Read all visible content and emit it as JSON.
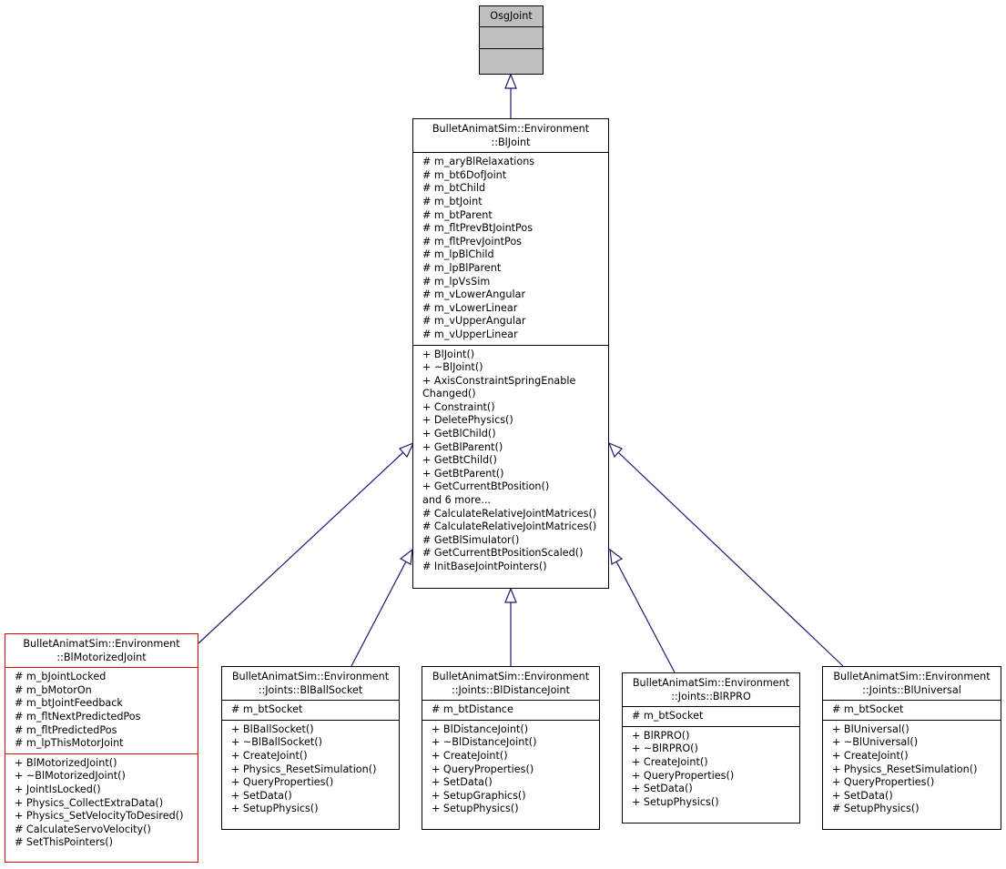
{
  "colors": {
    "edge": "#191970",
    "border": "#000000",
    "highlight_border": "#e00000",
    "base_fill": "#bfbfbf"
  },
  "classes": {
    "osgjoint": {
      "title": [
        "OsgJoint"
      ],
      "attributes": [],
      "operations": []
    },
    "bljoint": {
      "title": [
        "BulletAnimatSim::Environment",
        "::BlJoint"
      ],
      "attributes": [
        "# m_aryBlRelaxations",
        "# m_bt6DofJoint",
        "# m_btChild",
        "# m_btJoint",
        "# m_btParent",
        "# m_fltPrevBtJointPos",
        "# m_fltPrevJointPos",
        "# m_lpBlChild",
        "# m_lpBlParent",
        "# m_lpVsSim",
        "# m_vLowerAngular",
        "# m_vLowerLinear",
        "# m_vUpperAngular",
        "# m_vUpperLinear"
      ],
      "operations": [
        "+ BlJoint()",
        "+ ~BlJoint()",
        "+ AxisConstraintSpringEnable",
        "Changed()",
        "+ Constraint()",
        "+ DeletePhysics()",
        "+ GetBlChild()",
        "+ GetBlParent()",
        "+ GetBtChild()",
        "+ GetBtParent()",
        "+ GetCurrentBtPosition()",
        "and 6 more...",
        "# CalculateRelativeJointMatrices()",
        "# CalculateRelativeJointMatrices()",
        "# GetBlSimulator()",
        "# GetCurrentBtPositionScaled()",
        "# InitBaseJointPointers()"
      ]
    },
    "blmotorized": {
      "title": [
        "BulletAnimatSim::Environment",
        "::BlMotorizedJoint"
      ],
      "attributes": [
        "# m_bJointLocked",
        "# m_bMotorOn",
        "# m_btJointFeedback",
        "# m_fltNextPredictedPos",
        "# m_fltPredictedPos",
        "# m_lpThisMotorJoint"
      ],
      "operations": [
        "+ BlMotorizedJoint()",
        "+ ~BlMotorizedJoint()",
        "+ JointIsLocked()",
        "+ Physics_CollectExtraData()",
        "+ Physics_SetVelocityToDesired()",
        "# CalculateServoVelocity()",
        "# SetThisPointers()"
      ]
    },
    "blballsocket": {
      "title": [
        "BulletAnimatSim::Environment",
        "::Joints::BlBallSocket"
      ],
      "attributes": [
        "# m_btSocket"
      ],
      "operations": [
        "+ BlBallSocket()",
        "+ ~BlBallSocket()",
        "+ CreateJoint()",
        "+ Physics_ResetSimulation()",
        "+ QueryProperties()",
        "+ SetData()",
        "+ SetupPhysics()"
      ]
    },
    "bldistance": {
      "title": [
        "BulletAnimatSim::Environment",
        "::Joints::BlDistanceJoint"
      ],
      "attributes": [
        "# m_btDistance"
      ],
      "operations": [
        "+ BlDistanceJoint()",
        "+ ~BlDistanceJoint()",
        "+ CreateJoint()",
        "+ QueryProperties()",
        "+ SetData()",
        "+ SetupGraphics()",
        "+ SetupPhysics()"
      ]
    },
    "blrpro": {
      "title": [
        "BulletAnimatSim::Environment",
        "::Joints::BlRPRO"
      ],
      "attributes": [
        "# m_btSocket"
      ],
      "operations": [
        "+ BlRPRO()",
        "+ ~BlRPRO()",
        "+ CreateJoint()",
        "+ QueryProperties()",
        "+ SetData()",
        "+ SetupPhysics()"
      ]
    },
    "bluniversal": {
      "title": [
        "BulletAnimatSim::Environment",
        "::Joints::BlUniversal"
      ],
      "attributes": [
        "# m_btSocket"
      ],
      "operations": [
        "+ BlUniversal()",
        "+ ~BlUniversal()",
        "+ CreateJoint()",
        "+ Physics_ResetSimulation()",
        "+ QueryProperties()",
        "+ SetData()",
        "# SetupPhysics()"
      ]
    }
  }
}
